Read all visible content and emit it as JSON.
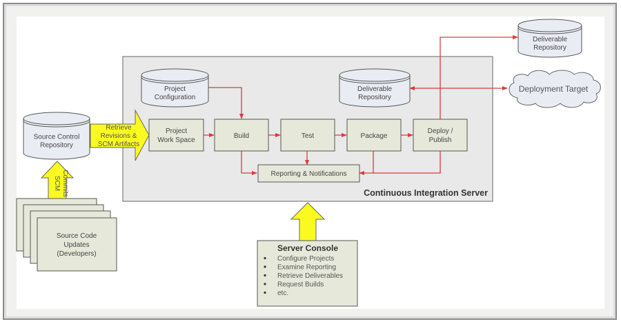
{
  "diagram": {
    "title": "Continuous Integration Server",
    "nodes": {
      "source_control_repository": [
        "Source Control",
        "Repository"
      ],
      "project_configuration": [
        "Project",
        "Configuration"
      ],
      "deliverable_repository_inner": [
        "Deliverable",
        "Repository"
      ],
      "deliverable_repository_outer": [
        "Deliverable",
        "Repository"
      ],
      "deployment_target": "Deployment Target",
      "project_work_space": [
        "Project",
        "Work Space"
      ],
      "build": "Build",
      "test": "Test",
      "package": "Package",
      "deploy_publish": [
        "Deploy /",
        "Publish"
      ],
      "reporting_notifications": "Reporting & Notifications",
      "source_code_updates": [
        "Source Code",
        "Updates",
        "(Developers)"
      ]
    },
    "arrows": {
      "retrieve": [
        "Retrieve",
        "Revisions &",
        "SCM Artifacts"
      ],
      "scm_commits": [
        "SCM",
        "Commits"
      ]
    },
    "server_console": {
      "title": "Server Console",
      "items": [
        "Configure Projects",
        "Examine Reporting",
        "Retrieve Deliverables",
        "Request Builds",
        "etc."
      ]
    },
    "colors": {
      "connector": "#e0393b",
      "arrow_fill": "#fafa20",
      "box_fill": "#e6e8da",
      "db_fill": "#e9ecf3",
      "ci_fill": "#e9e9e9"
    }
  }
}
